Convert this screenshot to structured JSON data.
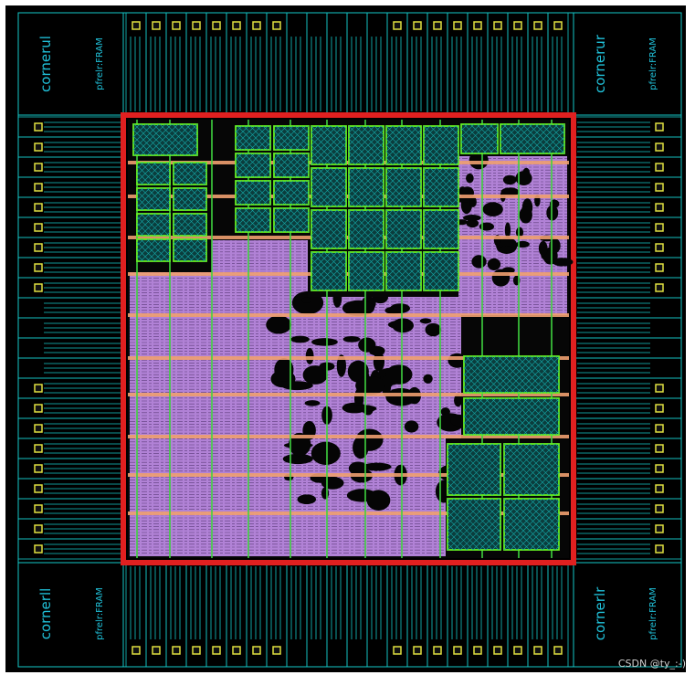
{
  "colors": {
    "background": "#000000",
    "outline": "#14c8c8",
    "pad_frame": "#20e0e0",
    "core_cells": "#b182d6",
    "power_ring": "#e02020",
    "power_stripe": "#f0a070",
    "via_grid": "#3fd23f",
    "macro_outline": "#66ee22",
    "macro_fill": "#0b3d3d",
    "watermark": "#cfcfcf"
  },
  "corners": {
    "ul": {
      "name": "cornerul",
      "lib": "pfrelr:FRAM"
    },
    "ur": {
      "name": "cornerur",
      "lib": "pfrelr:FRAM"
    },
    "ll": {
      "name": "cornerll",
      "lib": "pfrelr:FRAM"
    },
    "lr": {
      "name": "cornerlr",
      "lib": "pfrelr:FRAM"
    }
  },
  "watermark": "CSDN @ty_:-)"
}
